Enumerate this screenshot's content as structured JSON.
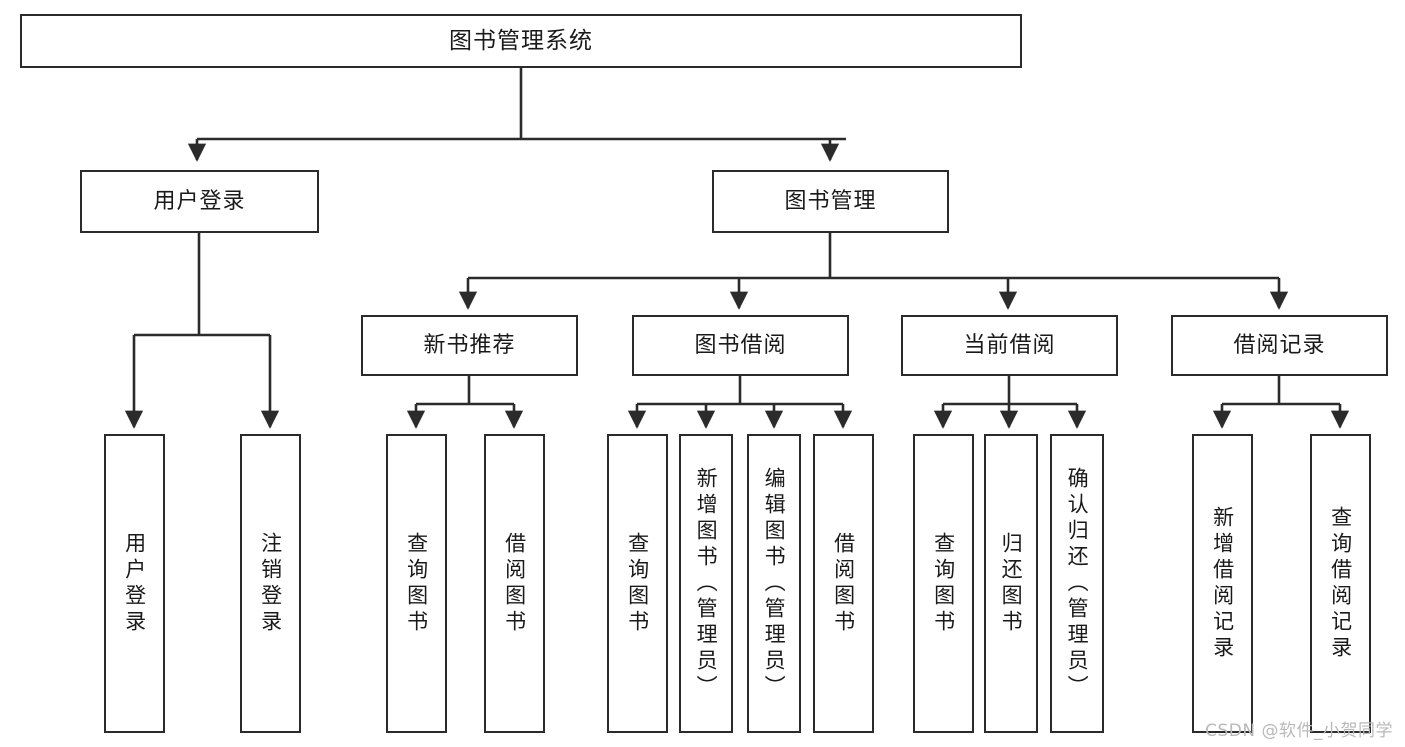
{
  "diagram": {
    "title": "图书管理系统",
    "type": "tree-hierarchy",
    "watermark": "CSDN @软件_小贺同学",
    "colors": {
      "stroke": "#2b2b2b",
      "fill": "#ffffff",
      "text": "#1a1a1a",
      "watermark": "#b9b9b9"
    },
    "root": {
      "id": "root",
      "label": "图书管理系统"
    },
    "level2": [
      {
        "id": "login",
        "label": "用户登录"
      },
      {
        "id": "bookmgmt",
        "label": "图书管理"
      }
    ],
    "level3": [
      {
        "id": "newbook",
        "label": "新书推荐",
        "parent": "bookmgmt"
      },
      {
        "id": "borrow",
        "label": "图书借阅",
        "parent": "bookmgmt"
      },
      {
        "id": "current",
        "label": "当前借阅",
        "parent": "bookmgmt"
      },
      {
        "id": "records",
        "label": "借阅记录",
        "parent": "bookmgmt"
      }
    ],
    "leaves": [
      {
        "id": "leaf-login-1",
        "label": "用户登录",
        "parent": "login"
      },
      {
        "id": "leaf-login-2",
        "label": "注销登录",
        "parent": "login"
      },
      {
        "id": "leaf-newbook-1",
        "label": "查询图书",
        "parent": "newbook"
      },
      {
        "id": "leaf-newbook-2",
        "label": "借阅图书",
        "parent": "newbook"
      },
      {
        "id": "leaf-borrow-1",
        "label": "查询图书",
        "parent": "borrow"
      },
      {
        "id": "leaf-borrow-2",
        "label": "新增图书（管理员）",
        "parent": "borrow"
      },
      {
        "id": "leaf-borrow-3",
        "label": "编辑图书（管理员）",
        "parent": "borrow"
      },
      {
        "id": "leaf-borrow-4",
        "label": "借阅图书",
        "parent": "borrow"
      },
      {
        "id": "leaf-current-1",
        "label": "查询图书",
        "parent": "current"
      },
      {
        "id": "leaf-current-2",
        "label": "归还图书",
        "parent": "current"
      },
      {
        "id": "leaf-current-3",
        "label": "确认归还（管理员）",
        "parent": "current"
      },
      {
        "id": "leaf-records-1",
        "label": "新增借阅记录",
        "parent": "records"
      },
      {
        "id": "leaf-records-2",
        "label": "查询借阅记录",
        "parent": "records"
      }
    ]
  }
}
